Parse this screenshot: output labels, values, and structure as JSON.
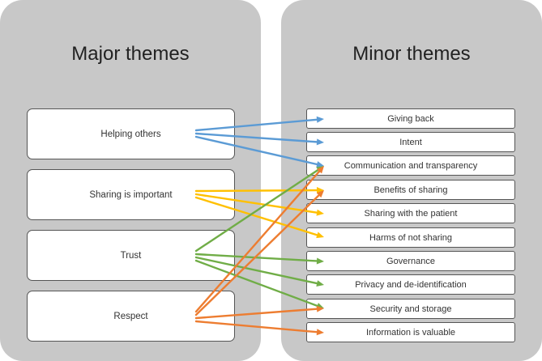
{
  "major": {
    "title": "Major themes",
    "items": [
      {
        "label": "Helping others",
        "color": "#5b9bd5"
      },
      {
        "label": "Sharing is important",
        "color": "#ffc000"
      },
      {
        "label": "Trust",
        "color": "#70ad47"
      },
      {
        "label": "Respect",
        "color": "#ed7d31"
      }
    ]
  },
  "minor": {
    "title": "Minor themes",
    "items": [
      {
        "label": "Giving back"
      },
      {
        "label": "Intent"
      },
      {
        "label": "Communication and transparency"
      },
      {
        "label": "Benefits of sharing"
      },
      {
        "label": "Sharing with the patient"
      },
      {
        "label": "Harms of not sharing"
      },
      {
        "label": "Governance"
      },
      {
        "label": "Privacy and de-identification"
      },
      {
        "label": "Security and storage"
      },
      {
        "label": "Information is valuable"
      }
    ]
  },
  "links": [
    {
      "from": 0,
      "to": 0
    },
    {
      "from": 0,
      "to": 1
    },
    {
      "from": 0,
      "to": 2
    },
    {
      "from": 1,
      "to": 3
    },
    {
      "from": 1,
      "to": 4
    },
    {
      "from": 1,
      "to": 5
    },
    {
      "from": 2,
      "to": 2
    },
    {
      "from": 2,
      "to": 6
    },
    {
      "from": 2,
      "to": 7
    },
    {
      "from": 2,
      "to": 8
    },
    {
      "from": 3,
      "to": 2
    },
    {
      "from": 3,
      "to": 3
    },
    {
      "from": 3,
      "to": 8
    },
    {
      "from": 3,
      "to": 9
    }
  ]
}
